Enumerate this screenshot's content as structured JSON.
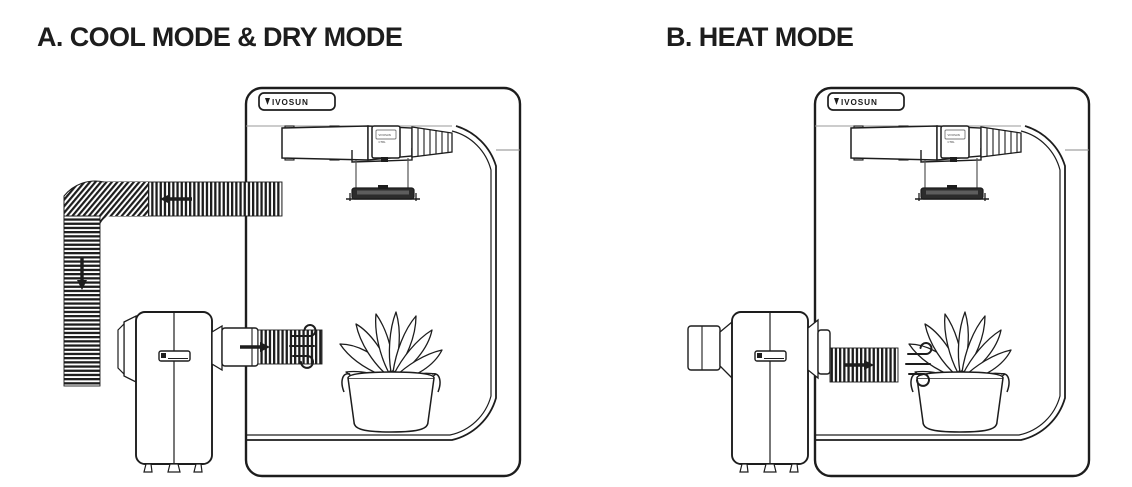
{
  "document": {
    "type": "instruction-diagram",
    "subject": "Portable air conditioner ducting configuration for a grow tent",
    "background_color": "#ffffff",
    "line_color": "#1d1d1d",
    "panel_count": 2
  },
  "panels": [
    {
      "id": "panel-a",
      "title": "A. COOL MODE & DRY MODE",
      "description": "Exhaust duct routed out of the tent; intake duct feeding the tent",
      "tent": {
        "brand_badge": "VIVOSUN",
        "equipment": [
          {
            "name": "hanging-strap-left",
            "label": ""
          },
          {
            "name": "hanging-strap-right",
            "label": ""
          },
          {
            "name": "carbon-filter",
            "label": ""
          },
          {
            "name": "inline-fan",
            "label": ""
          },
          {
            "name": "fan-controller",
            "label": ""
          },
          {
            "name": "grow-light",
            "label": ""
          }
        ],
        "plant": {
          "name": "plant-in-fabric-pot",
          "leaf_count": 9
        }
      },
      "ducts": [
        {
          "name": "exhaust-duct-upper",
          "orientation": "horizontal",
          "arrow": "left"
        },
        {
          "name": "exhaust-duct-vertical",
          "orientation": "vertical",
          "arrow": "down"
        },
        {
          "name": "intake-duct",
          "orientation": "horizontal",
          "arrow": "right"
        }
      ],
      "airflow_icon": "wind-icon",
      "ac_unit": {
        "name": "portable-air-conditioner",
        "control_panel": true,
        "feet": 3
      }
    },
    {
      "id": "panel-b",
      "title": "B. HEAT MODE",
      "description": "Short stub duct on the unit intake; duct discharging into the tent",
      "tent": {
        "brand_badge": "VIVOSUN",
        "equipment": [
          {
            "name": "hanging-strap-left",
            "label": ""
          },
          {
            "name": "hanging-strap-right",
            "label": ""
          },
          {
            "name": "carbon-filter",
            "label": ""
          },
          {
            "name": "inline-fan",
            "label": ""
          },
          {
            "name": "fan-controller",
            "label": ""
          },
          {
            "name": "grow-light",
            "label": ""
          }
        ],
        "plant": {
          "name": "plant-in-fabric-pot",
          "leaf_count": 9
        }
      },
      "ducts": [
        {
          "name": "intake-stub-duct",
          "orientation": "horizontal",
          "arrow": "none"
        },
        {
          "name": "discharge-duct",
          "orientation": "horizontal",
          "arrow": "right"
        }
      ],
      "airflow_icon": "wind-icon",
      "ac_unit": {
        "name": "portable-air-conditioner",
        "control_panel": true,
        "feet": 3
      }
    }
  ]
}
